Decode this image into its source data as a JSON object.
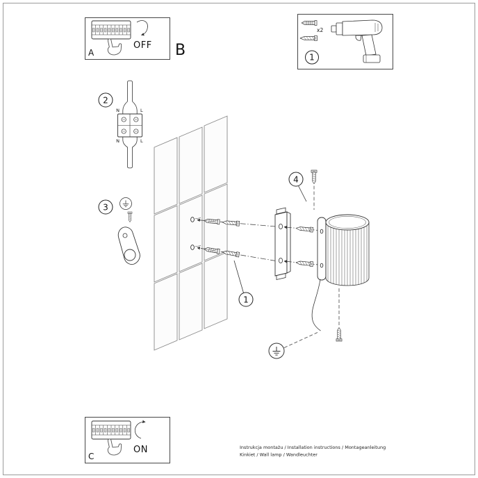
{
  "sheet": {
    "panel_a": {
      "label": "A",
      "state": "OFF"
    },
    "section_b": {
      "label": "B"
    },
    "panel_c": {
      "label": "C",
      "state": "ON"
    },
    "tools": {
      "step": "1",
      "dowel_qty": "x2"
    },
    "callouts": {
      "wire": "2",
      "ground": "3",
      "bracket": "4",
      "fixings": "1"
    },
    "wire_labels": {
      "neutral": "N",
      "live": "L"
    },
    "footer": {
      "line1": "Instrukcja montażu / Installation instructions / Montageanleitung",
      "line2": "Kinkiet / Wall lamp / Wandleuchter"
    },
    "colors": {
      "line": "#333333",
      "tile_line": "#888888",
      "background": "#ffffff",
      "border": "#9a9a9a"
    },
    "icons": {
      "earth-ground-icon": "⏚",
      "switch-arrow-icon": "↻"
    }
  }
}
